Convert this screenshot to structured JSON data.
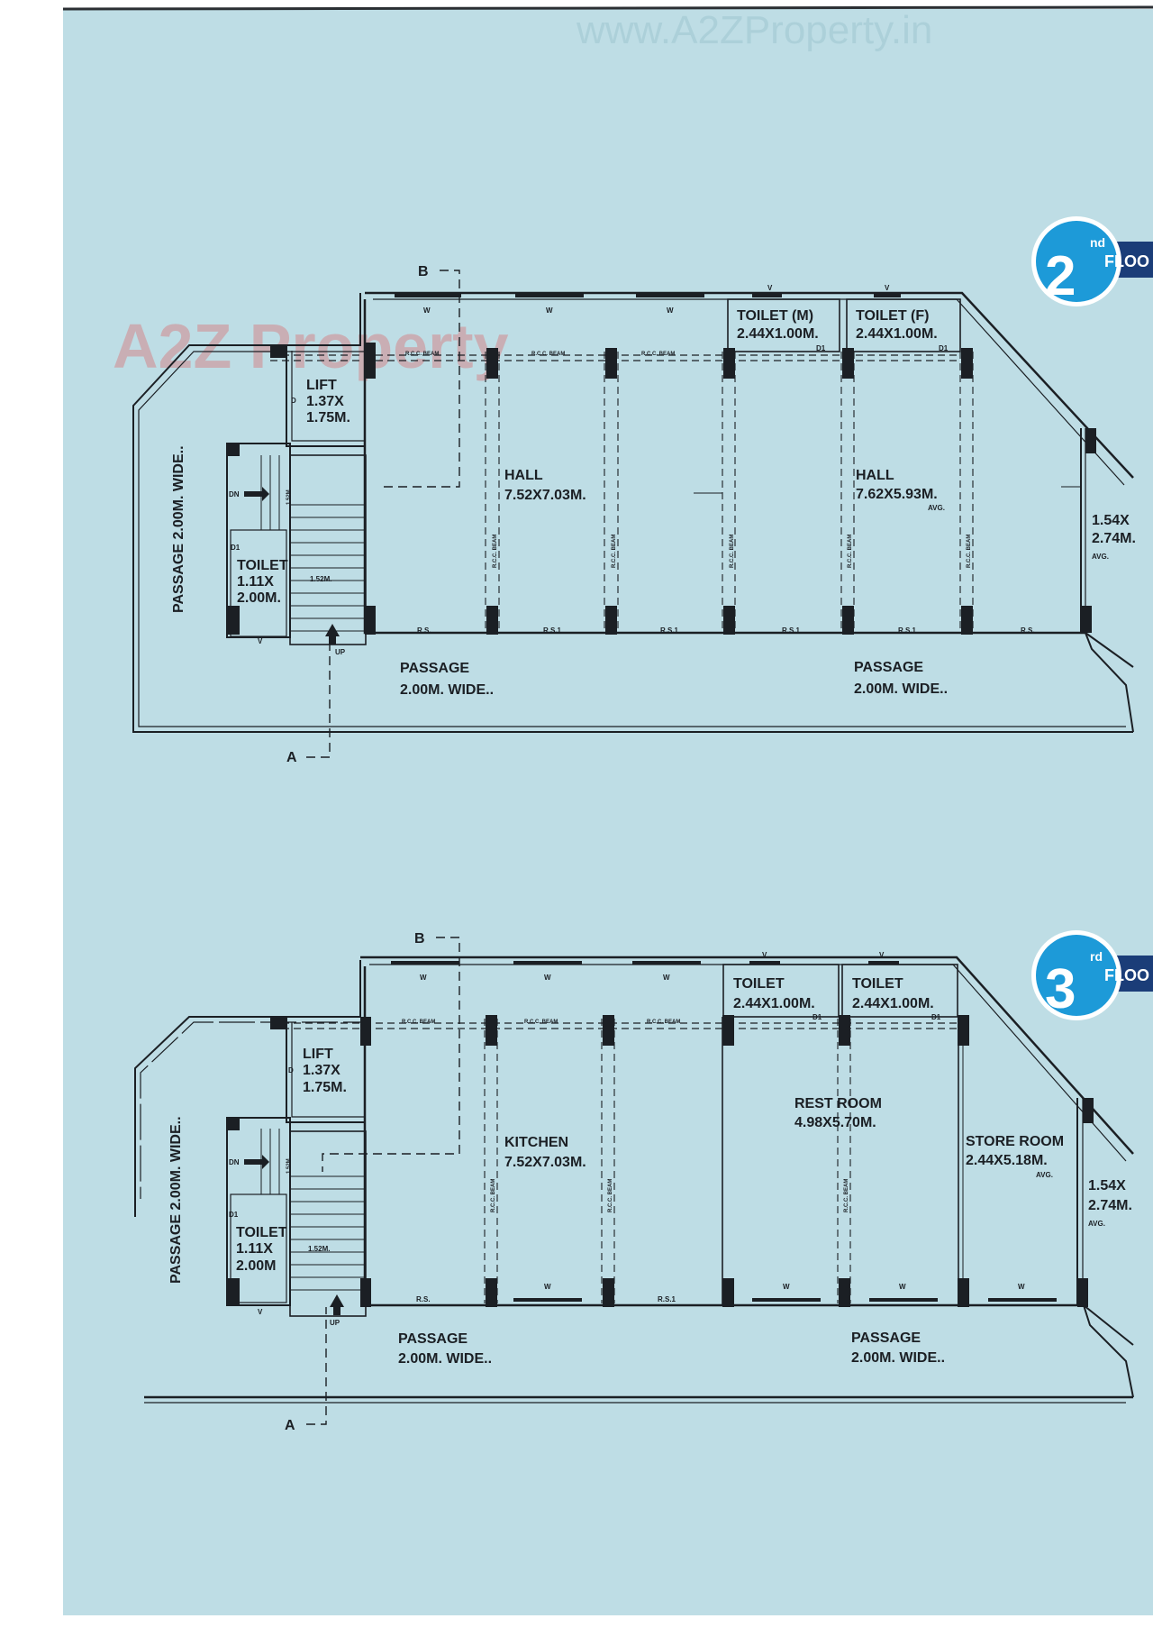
{
  "watermark": {
    "site": "www.A2ZProperty.in",
    "brand": "A2Z Property"
  },
  "colors": {
    "sheet": "#bedde5",
    "line": "#1b1f24",
    "badge": "#1d9ad8",
    "badge_dark": "#1b3d78",
    "brand_red": "#e05a5a",
    "brand_orange": "#f0a23a",
    "brand_green": "#8cc63f",
    "brand_blue": "#4a8fd6"
  },
  "plans": [
    {
      "badge": {
        "num": "2",
        "sup": "nd",
        "floor": "FLOO"
      },
      "marks": {
        "b": "B",
        "a": "A",
        "up": "UP",
        "dn": "DN"
      },
      "lift": {
        "name": "LIFT",
        "d1": "1.37X",
        "d2": "1.75M.",
        "door": "D"
      },
      "toilet_small": {
        "name": "TOILET",
        "d1": "1.11X",
        "d2": "2.00M.",
        "tag": "D1",
        "v": "V"
      },
      "stair_w": "1.52M.",
      "stair_w2": "1.52M.",
      "passage_vertical": "PASSAGE 2.00M. WIDE..",
      "rooms": [
        {
          "name": "HALL",
          "dims": "7.52X7.03M."
        },
        {
          "name": "HALL",
          "dims": "7.62X5.93M.",
          "note": "AVG."
        }
      ],
      "toilets": [
        {
          "name": "TOILET (M)",
          "dims": "2.44X1.00M.",
          "tag": "D1",
          "v": "V"
        },
        {
          "name": "TOILET   (F)",
          "dims": "2.44X1.00M.",
          "tag": "D1",
          "v": "V"
        }
      ],
      "corner": {
        "d1": "1.54X",
        "d2": "2.74M.",
        "note": "AVG."
      },
      "passages": [
        {
          "l1": "PASSAGE",
          "l2": "2.00M. WIDE.."
        },
        {
          "l1": "PASSAGE",
          "l2": "2.00M. WIDE.."
        }
      ],
      "windows": [
        "W",
        "W",
        "W"
      ],
      "beams": [
        "R.C.C. BEAM",
        "R.C.C. BEAM",
        "R.C.C. BEAM"
      ],
      "col_beam": "R.C.C. BEAM",
      "rs": [
        "R.S.",
        "R.S.1",
        "R.S.1",
        "R.S.1",
        "R.S.1",
        "R.S."
      ]
    },
    {
      "badge": {
        "num": "3",
        "sup": "rd",
        "floor": "FLOO"
      },
      "marks": {
        "b": "B",
        "a": "A",
        "up": "UP",
        "dn": "DN"
      },
      "lift": {
        "name": "LIFT",
        "d1": "1.37X",
        "d2": "1.75M.",
        "door": "D"
      },
      "toilet_small": {
        "name": "TOILET",
        "d1": "1.11X",
        "d2": "2.00M",
        "tag": "D1",
        "v": "V"
      },
      "stair_w": "1.52M",
      "stair_w2": "1.52M.",
      "passage_vertical": "PASSAGE 2.00M. WIDE..",
      "rooms": [
        {
          "name": "KITCHEN",
          "dims": "7.52X7.03M."
        },
        {
          "name": "REST ROOM",
          "dims": "4.98X5.70M."
        },
        {
          "name": "STORE ROOM",
          "dims": "2.44X5.18M.",
          "note": "AVG."
        }
      ],
      "toilets": [
        {
          "name": "TOILET",
          "dims": "2.44X1.00M.",
          "tag": "D1",
          "v": "V"
        },
        {
          "name": "TOILET",
          "dims": "2.44X1.00M.",
          "tag": "D1",
          "v": "V"
        }
      ],
      "corner": {
        "d1": "1.54X",
        "d2": "2.74M.",
        "note": "AVG."
      },
      "passages": [
        {
          "l1": "PASSAGE",
          "l2": "2.00M. WIDE.."
        },
        {
          "l1": "PASSAGE",
          "l2": "2.00M. WIDE.."
        }
      ],
      "windows": [
        "W",
        "W",
        "W"
      ],
      "windows_bottom": [
        "W",
        "W",
        "W",
        "W"
      ],
      "beams": [
        "R.C.C. BEAM",
        "R.C.C. BEAM",
        "R.C.C. BEAM"
      ],
      "col_beam": "R.C.C. BEAM",
      "rs": [
        "R.S.",
        "R.S.1"
      ]
    }
  ]
}
